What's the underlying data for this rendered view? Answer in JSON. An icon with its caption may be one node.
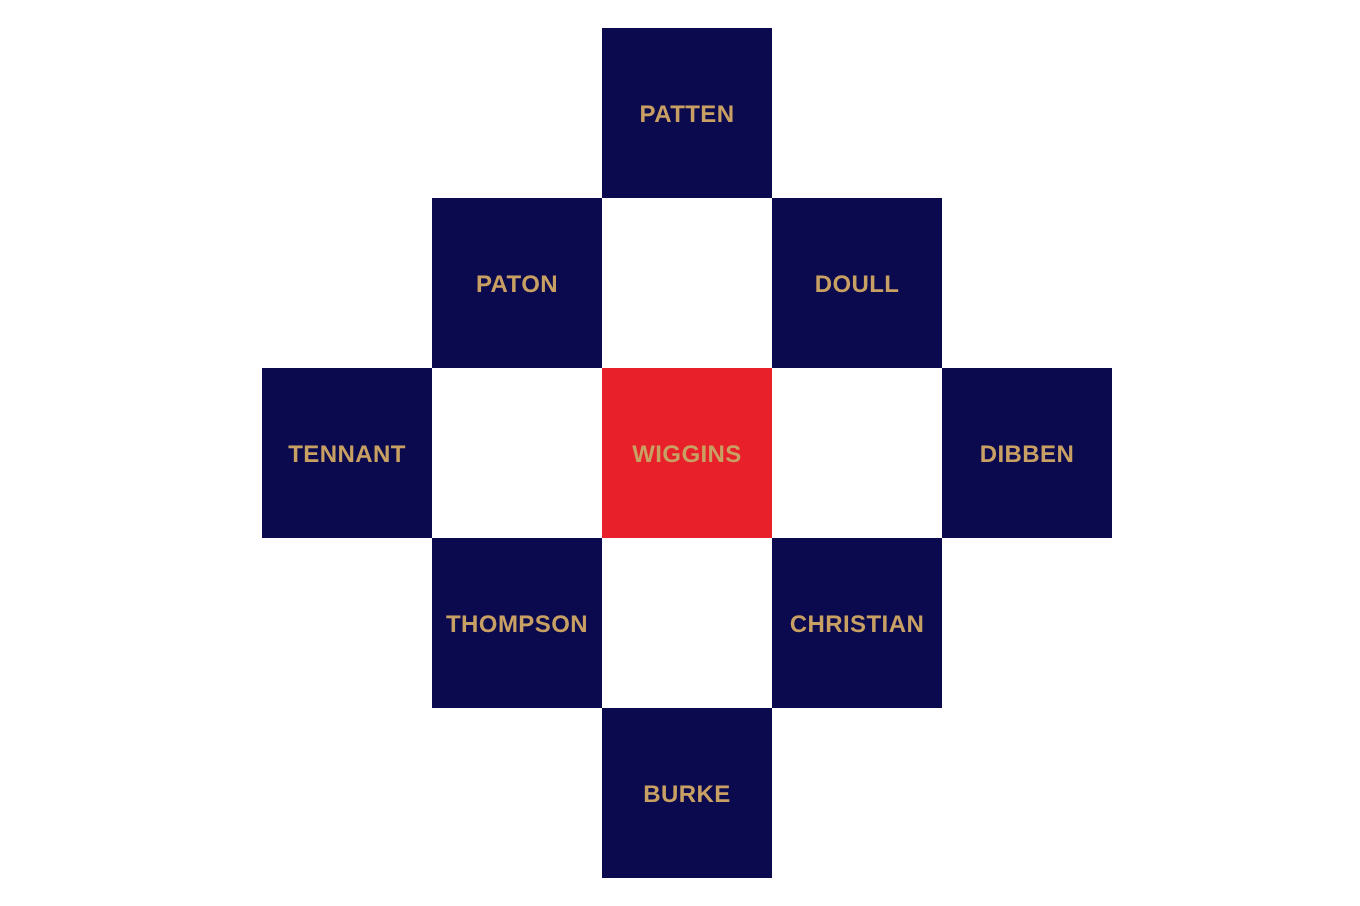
{
  "diagram": {
    "nodes": [
      {
        "text": [
          "PATTEN"
        ]
      },
      {
        "text": [
          "PATON"
        ]
      },
      {
        "text": [
          "DOULL"
        ]
      },
      {
        "text": [
          "TENNANT"
        ]
      },
      {
        "text": [
          "WIGGINS"
        ]
      },
      {
        "text": [
          "DIBBEN"
        ]
      },
      {
        "text": [
          "THOMPSON"
        ]
      },
      {
        "text": [
          "CHRISTIAN"
        ]
      },
      {
        "text": [
          "BURKE"
        ]
      }
    ]
  }
}
